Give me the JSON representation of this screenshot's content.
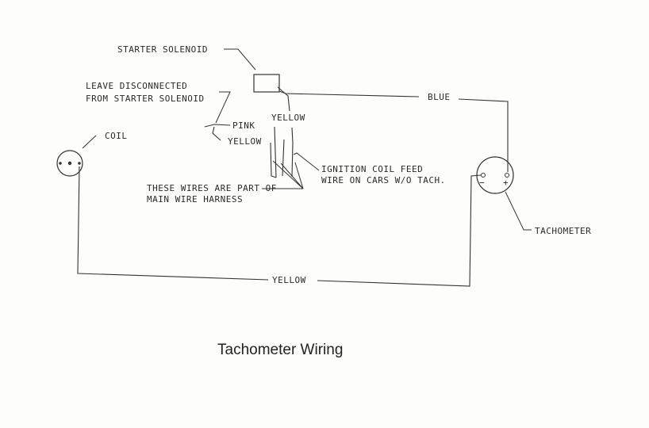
{
  "diagram": {
    "caption": "Tachometer Wiring",
    "labels": {
      "starter_solenoid": "STARTER SOLENOID",
      "leave_disconnected_1": "LEAVE DISCONNECTED",
      "leave_disconnected_2": "FROM STARTER SOLENOID",
      "pink": "PINK",
      "yellow_short": "YELLOW",
      "yellow_solenoid": "YELLOW",
      "coil": "COIL",
      "blue": "BLUE",
      "yellow_bottom": "YELLOW",
      "ignition_1": "IGNITION COIL FEED",
      "ignition_2": "WIRE ON CARS W/O TACH.",
      "harness_1": "THESE WIRES ARE PART OF",
      "harness_2": "MAIN WIRE HARNESS",
      "tachometer": "TACHOMETER",
      "tach_minus": "−",
      "tach_plus": "+"
    }
  }
}
